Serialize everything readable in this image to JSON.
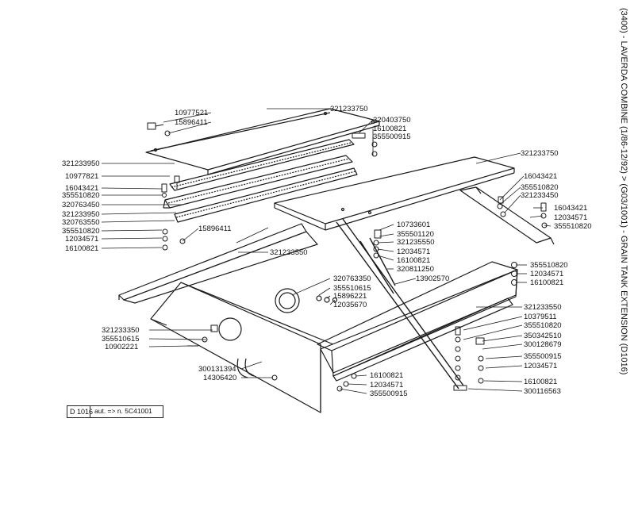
{
  "title": "(3400) - LAVERDA COMBINE (1/86-12/92) > (G03/1001) - GRAIN TANK EXTENSION (D1016)",
  "reference_box": {
    "code": "D 1016",
    "note": "aut. => n. 5C41001"
  },
  "parts": [
    "10977521",
    "15896411",
    "321233750",
    "320403750",
    "16100821",
    "355500915",
    "321233750",
    "321233950",
    "10977821",
    "16043421",
    "355510820",
    "320763450",
    "321233950",
    "320763550",
    "355510820",
    "12034571",
    "16100821",
    "15896411",
    "16043421",
    "355510820",
    "321233450",
    "16043421",
    "12034571",
    "355510820",
    "10733601",
    "355501120",
    "321235550",
    "12034571",
    "16100821",
    "321233550",
    "320811250",
    "13902570",
    "355510820",
    "12034571",
    "16100821",
    "320763350",
    "355510615",
    "15896221",
    "12035670",
    "321233550",
    "10379511",
    "355510820",
    "321233350",
    "355510615",
    "10902221",
    "350342510",
    "300128679",
    "355500915",
    "12034571",
    "300131394",
    "14306420",
    "16100821",
    "12034571",
    "355500915",
    "16100821",
    "300116563"
  ]
}
